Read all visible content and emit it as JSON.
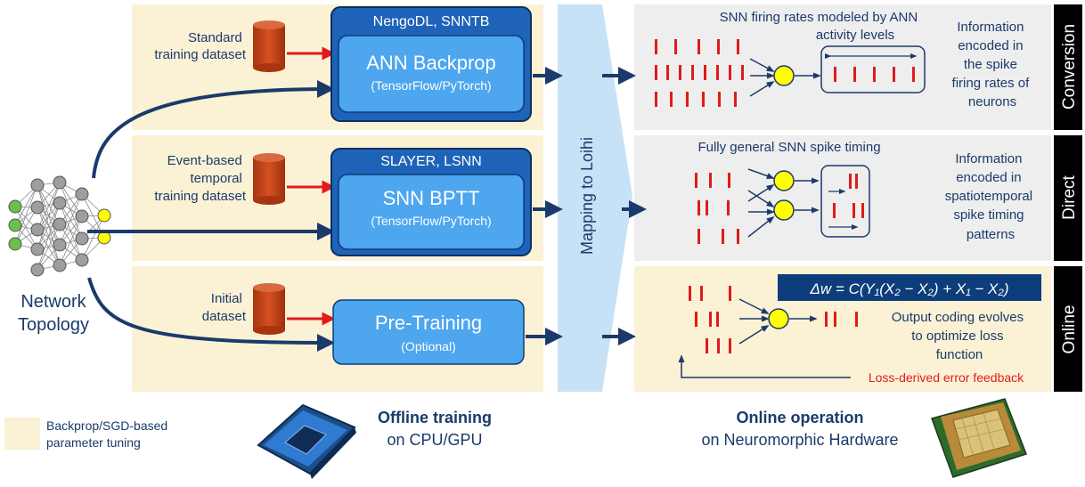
{
  "network": {
    "label_line1": "Network",
    "label_line2": "Topology"
  },
  "rows": [
    {
      "dataset_lines": [
        "Standard",
        "training dataset"
      ],
      "tools_label": "NengoDL, SNNTB",
      "method_title": "ANN Backprop",
      "method_subtitle": "(TensorFlow/PyTorch)",
      "right_heading_lines": [
        "SNN firing rates modeled by ANN",
        "activity levels"
      ],
      "right_info_lines": [
        "Information",
        "encoded in",
        "the spike",
        "firing rates of",
        "neurons"
      ],
      "side_tab": "Conversion"
    },
    {
      "dataset_lines": [
        "Event-based",
        "temporal",
        "training dataset"
      ],
      "tools_label": "SLAYER, LSNN",
      "method_title": "SNN BPTT",
      "method_subtitle": "(TensorFlow/PyTorch)",
      "right_heading_lines": [
        "Fully general SNN spike timing"
      ],
      "right_info_lines": [
        "Information",
        "encoded in",
        "spatiotemporal",
        "spike timing",
        "patterns"
      ],
      "side_tab": "Direct"
    },
    {
      "dataset_lines": [
        "Initial",
        "dataset"
      ],
      "tools_label": "",
      "method_title": "Pre-Training",
      "method_subtitle": "(Optional)",
      "right_heading_lines": [],
      "right_info_lines": [
        "Output coding evolves",
        "to optimize loss",
        "function"
      ],
      "side_tab": "Online"
    }
  ],
  "mapping_label": "Mapping to Loihi",
  "equation": "Δw = C(Y₁(X₂ − X₂) + X₁ − X₂)",
  "feedback_label": "Loss-derived error feedback",
  "legend_label_lines": [
    "Backprop/SGD-based",
    "parameter tuning"
  ],
  "offline": {
    "title": "Offline training",
    "subtitle": "on CPU/GPU"
  },
  "online": {
    "title": "Online operation",
    "subtitle": "on Neuromorphic Hardware"
  },
  "colors": {
    "panel_beige": "#fbf2d5",
    "panel_gray": "#eeeeee",
    "arrow_navy": "#1b3a6b",
    "box_dark": "#1e63b8",
    "box_light": "#4da6ee",
    "mapping_blue": "#c7e2f6",
    "cylinder": "#c0431a",
    "spike_red": "#e01b1b",
    "neuron_yellow": "#ffff00",
    "node_gray": "#9e9e9e",
    "node_green": "#6cc04a",
    "tab_black": "#000000",
    "equation_bg": "#0d3d7a"
  }
}
